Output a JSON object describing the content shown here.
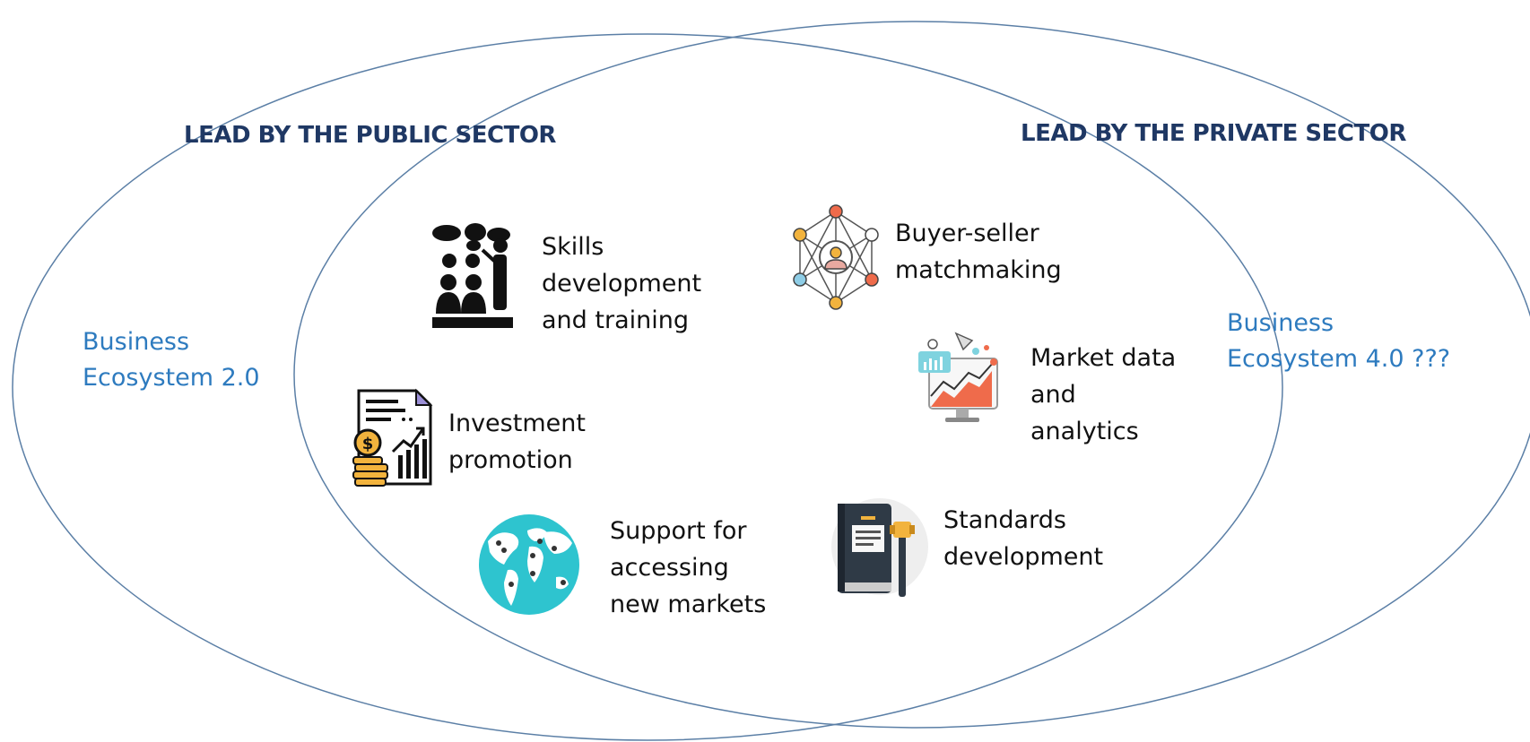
{
  "headings": {
    "public": "LEAD BY THE PUBLIC SECTOR",
    "private": "LEAD BY THE PRIVATE SECTOR"
  },
  "ecosystems": {
    "left": [
      "Business",
      "Ecosystem 2.0"
    ],
    "right": [
      "Business",
      "Ecosystem 4.0 ???"
    ]
  },
  "items": {
    "skills": [
      "Skills",
      "development",
      "and training"
    ],
    "investment": [
      "Investment",
      "promotion"
    ],
    "markets_support": [
      "Support for",
      "accessing",
      "new markets"
    ],
    "matchmaking": [
      "Buyer-seller",
      "matchmaking"
    ],
    "market_data": [
      "Market data",
      "and",
      "analytics"
    ],
    "standards": [
      "Standards",
      "development"
    ]
  },
  "icons": {
    "skills": "presentation-audience-icon",
    "investment": "investment-report-icon",
    "markets_support": "world-map-icon",
    "matchmaking": "network-person-icon",
    "market_data": "analytics-screen-icon",
    "standards": "law-book-gavel-icon"
  },
  "colors": {
    "ellipse_stroke": "#5b7fa6",
    "heading": "#1f3864",
    "ecosystem_text": "#2e7bbf",
    "body_text": "#111111"
  }
}
